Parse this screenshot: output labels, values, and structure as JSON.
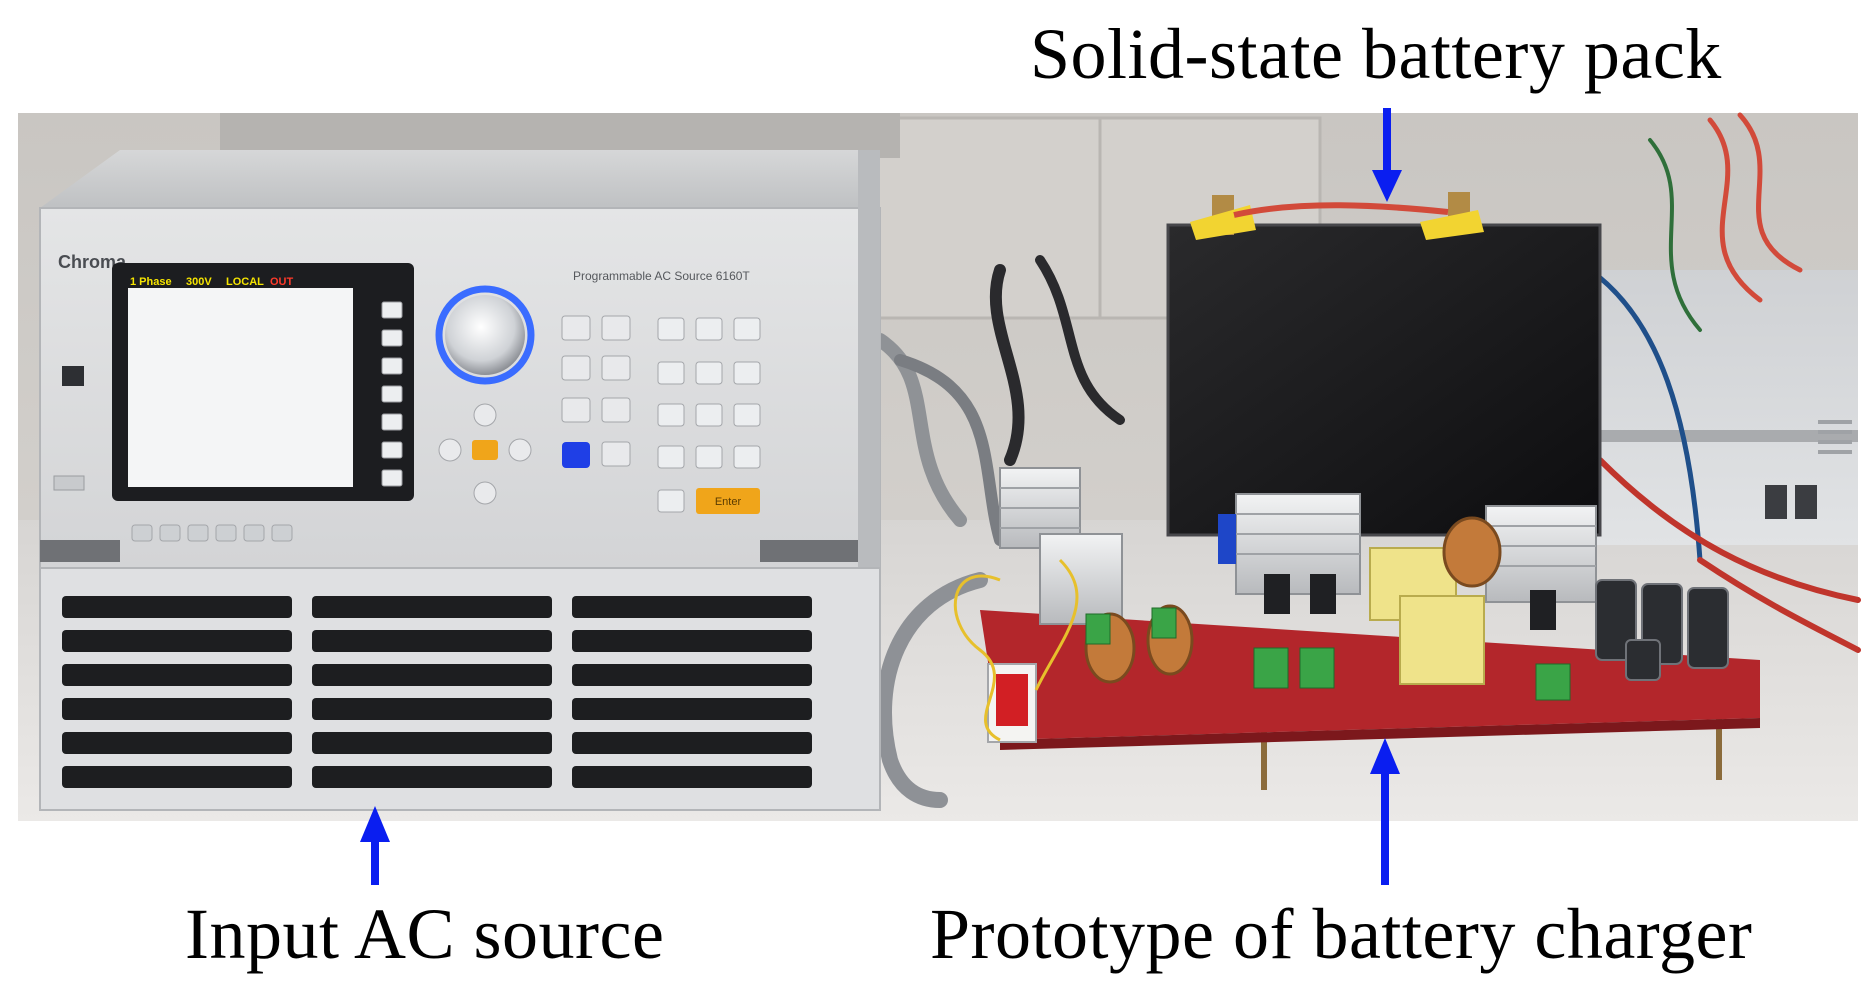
{
  "figure": {
    "labels": {
      "battery_pack": "Solid-state battery pack",
      "ac_source": "Input AC source",
      "charger": "Prototype of battery charger"
    },
    "instrument_screen": {
      "status_phase": "1 Phase",
      "status_voltage": "300V",
      "status_mode": "LOCAL",
      "status_output": "OUT",
      "panel_title": "Programmable AC Source 6160T",
      "enter_key": "Enter"
    },
    "colors": {
      "arrow": "#0a1ef0",
      "pcb": "#b3262b",
      "screen_status": "#f5e400",
      "knob_ring": "#3a6cff"
    }
  }
}
